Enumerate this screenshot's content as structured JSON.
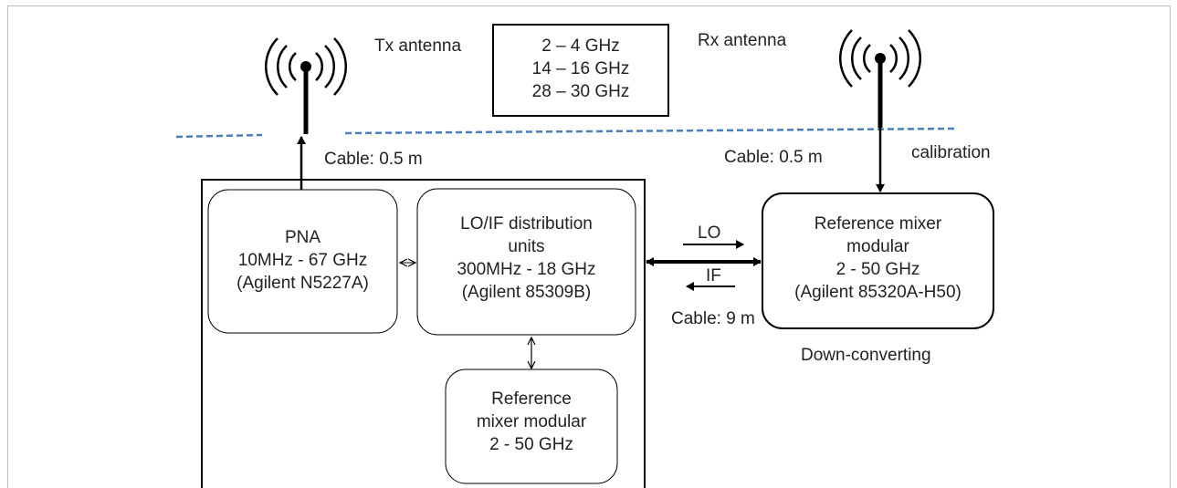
{
  "diagram": {
    "freq_box": {
      "lines": [
        "2 – 4 GHz",
        "14 – 16 GHz",
        "28 – 30 GHz"
      ]
    },
    "labels": {
      "tx_antenna": "Tx antenna",
      "rx_antenna": "Rx antenna",
      "cable_tx": "Cable: 0.5 m",
      "cable_rx": "Cable: 0.5 m",
      "calibration": "calibration",
      "lo": "LO",
      "if": "IF",
      "cable_if": "Cable: 9 m",
      "down_converting": "Down-converting"
    },
    "pna": {
      "lines": [
        "PNA",
        "10MHz - 67 GHz",
        "(Agilent N5227A)"
      ]
    },
    "lo_if": {
      "lines": [
        "LO/IF distribution",
        "units",
        "300MHz - 18 GHz",
        "(Agilent 85309B)"
      ]
    },
    "ref_mixer_inner": {
      "lines": [
        "Reference",
        "mixer modular",
        "2 - 50 GHz"
      ]
    },
    "ref_mixer_outer": {
      "lines": [
        "Reference mixer",
        "modular",
        "2 - 50 GHz",
        "(Agilent 85320A-H50)"
      ]
    },
    "colors": {
      "dashed_line": "#4a7ebb",
      "stroke": "#000000",
      "text": "#222222",
      "frame": "#bdbdbd"
    }
  }
}
